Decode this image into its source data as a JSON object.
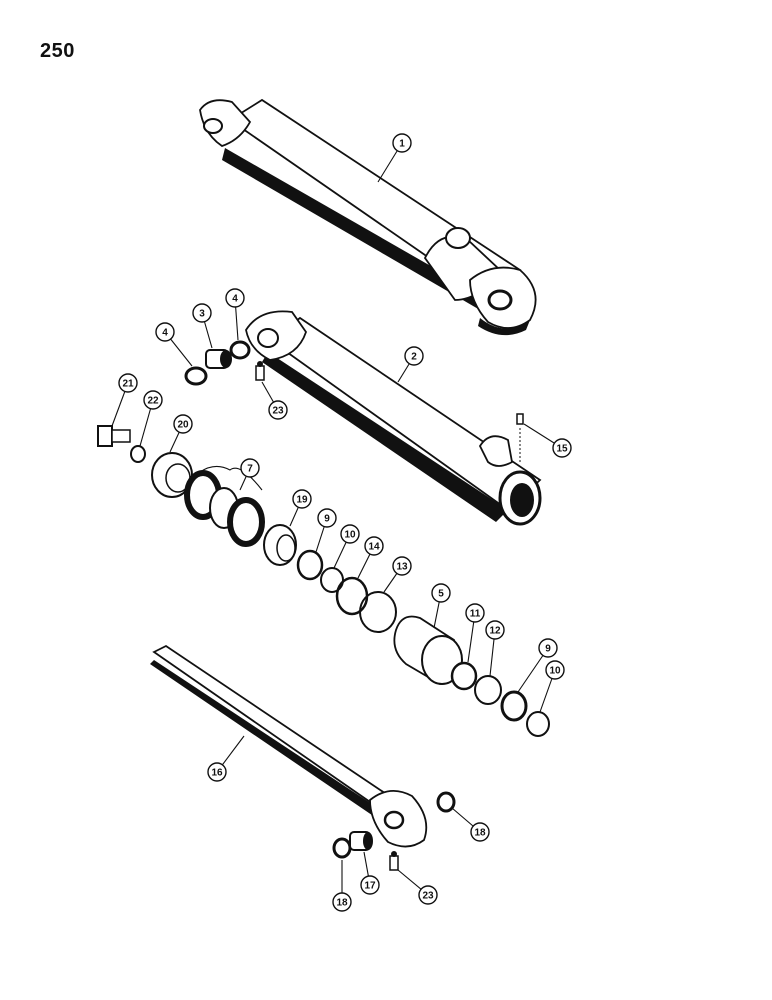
{
  "page": {
    "number": "250"
  },
  "callouts": [
    {
      "label": "1"
    },
    {
      "label": "2"
    },
    {
      "label": "3"
    },
    {
      "label": "4"
    },
    {
      "label": "4"
    },
    {
      "label": "5"
    },
    {
      "label": "7"
    },
    {
      "label": "9"
    },
    {
      "label": "9"
    },
    {
      "label": "10"
    },
    {
      "label": "10"
    },
    {
      "label": "11"
    },
    {
      "label": "12"
    },
    {
      "label": "13"
    },
    {
      "label": "14"
    },
    {
      "label": "15"
    },
    {
      "label": "16"
    },
    {
      "label": "17"
    },
    {
      "label": "18"
    },
    {
      "label": "18"
    },
    {
      "label": "19"
    },
    {
      "label": "20"
    },
    {
      "label": "21"
    },
    {
      "label": "22"
    },
    {
      "label": "23"
    },
    {
      "label": "23"
    }
  ]
}
